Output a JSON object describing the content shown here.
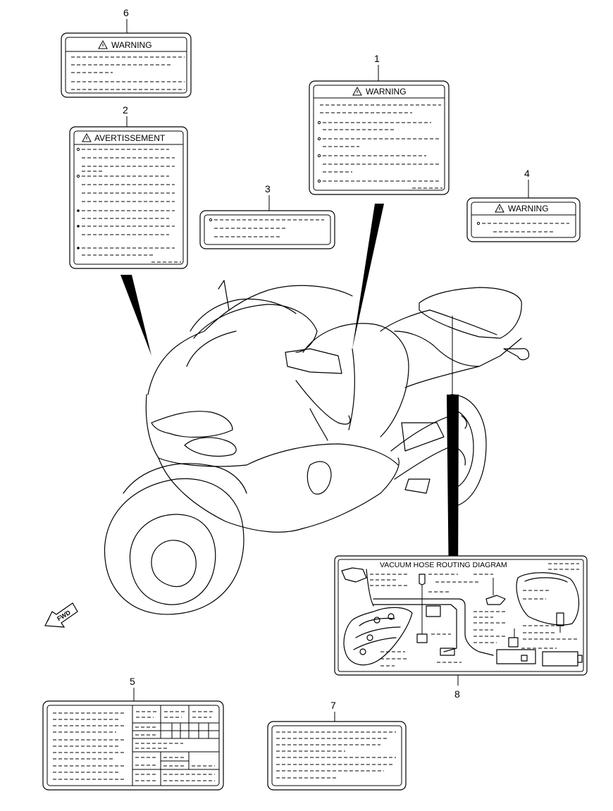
{
  "callouts": {
    "n1": "1",
    "n2": "2",
    "n3": "3",
    "n4": "4",
    "n5": "5",
    "n6": "6",
    "n7": "7",
    "n8": "8"
  },
  "labels": {
    "label1_title": "WARNING",
    "label2_title": "AVERTISSEMENT",
    "label4_title": "WARNING",
    "label6_title": "WARNING",
    "label8_title": "VACUUM HOSE ROUTING DIAGRAM"
  },
  "fwd": "FWD",
  "icons": [
    "warning-triangle-icon",
    "fwd-arrow-icon"
  ]
}
